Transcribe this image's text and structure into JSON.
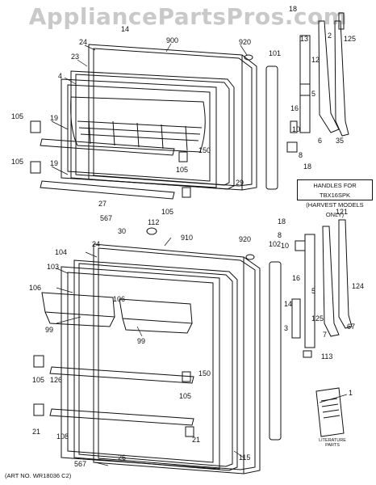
{
  "watermark": "AppliancePartsPros.com",
  "note": {
    "line1": "HANDLES FOR TBX16SPK",
    "line2": "(HARVEST MODELS ONLY)"
  },
  "art_number": "(ART NO. WR18036 C2)",
  "literature_label": {
    "line1": "LITERATURE",
    "line2": "PARTS"
  },
  "labels": {
    "l18a": "18",
    "l14": "14",
    "l900": "900",
    "l920a": "920",
    "l24a": "24",
    "l23": "23",
    "l4": "4",
    "l101": "101",
    "l13": "13",
    "l12": "12",
    "l2": "2",
    "l125a": "125",
    "l105a": "105",
    "l19a": "19",
    "l105b": "105",
    "l19b": "19",
    "l150a": "150",
    "l105c": "105",
    "l29": "29",
    "l16a": "16",
    "l5a": "5",
    "l10a": "10",
    "l6": "6",
    "l35": "35",
    "l8a": "8",
    "l18b": "18",
    "l105d": "105",
    "l27": "27",
    "l567a": "567",
    "l112": "112",
    "l30": "30",
    "l910": "910",
    "l24b": "24",
    "l920b": "920",
    "l104": "104",
    "l103": "103",
    "l106a": "106",
    "l106b": "106",
    "l99a": "99",
    "l99b": "99",
    "l102": "102",
    "l18c": "18",
    "l8b": "8",
    "l10b": "10",
    "l121": "121",
    "l16b": "16",
    "l5b": "5",
    "l14b": "14",
    "l3": "3",
    "l125b": "125",
    "l7": "7",
    "l124": "124",
    "l67": "67",
    "l113": "113",
    "l105e": "105",
    "l126": "126",
    "l150b": "150",
    "l105f": "105",
    "l21a": "21",
    "l108": "108",
    "l21b": "21",
    "l1": "1",
    "l115": "115",
    "l567b": "567",
    "l26": "26"
  }
}
